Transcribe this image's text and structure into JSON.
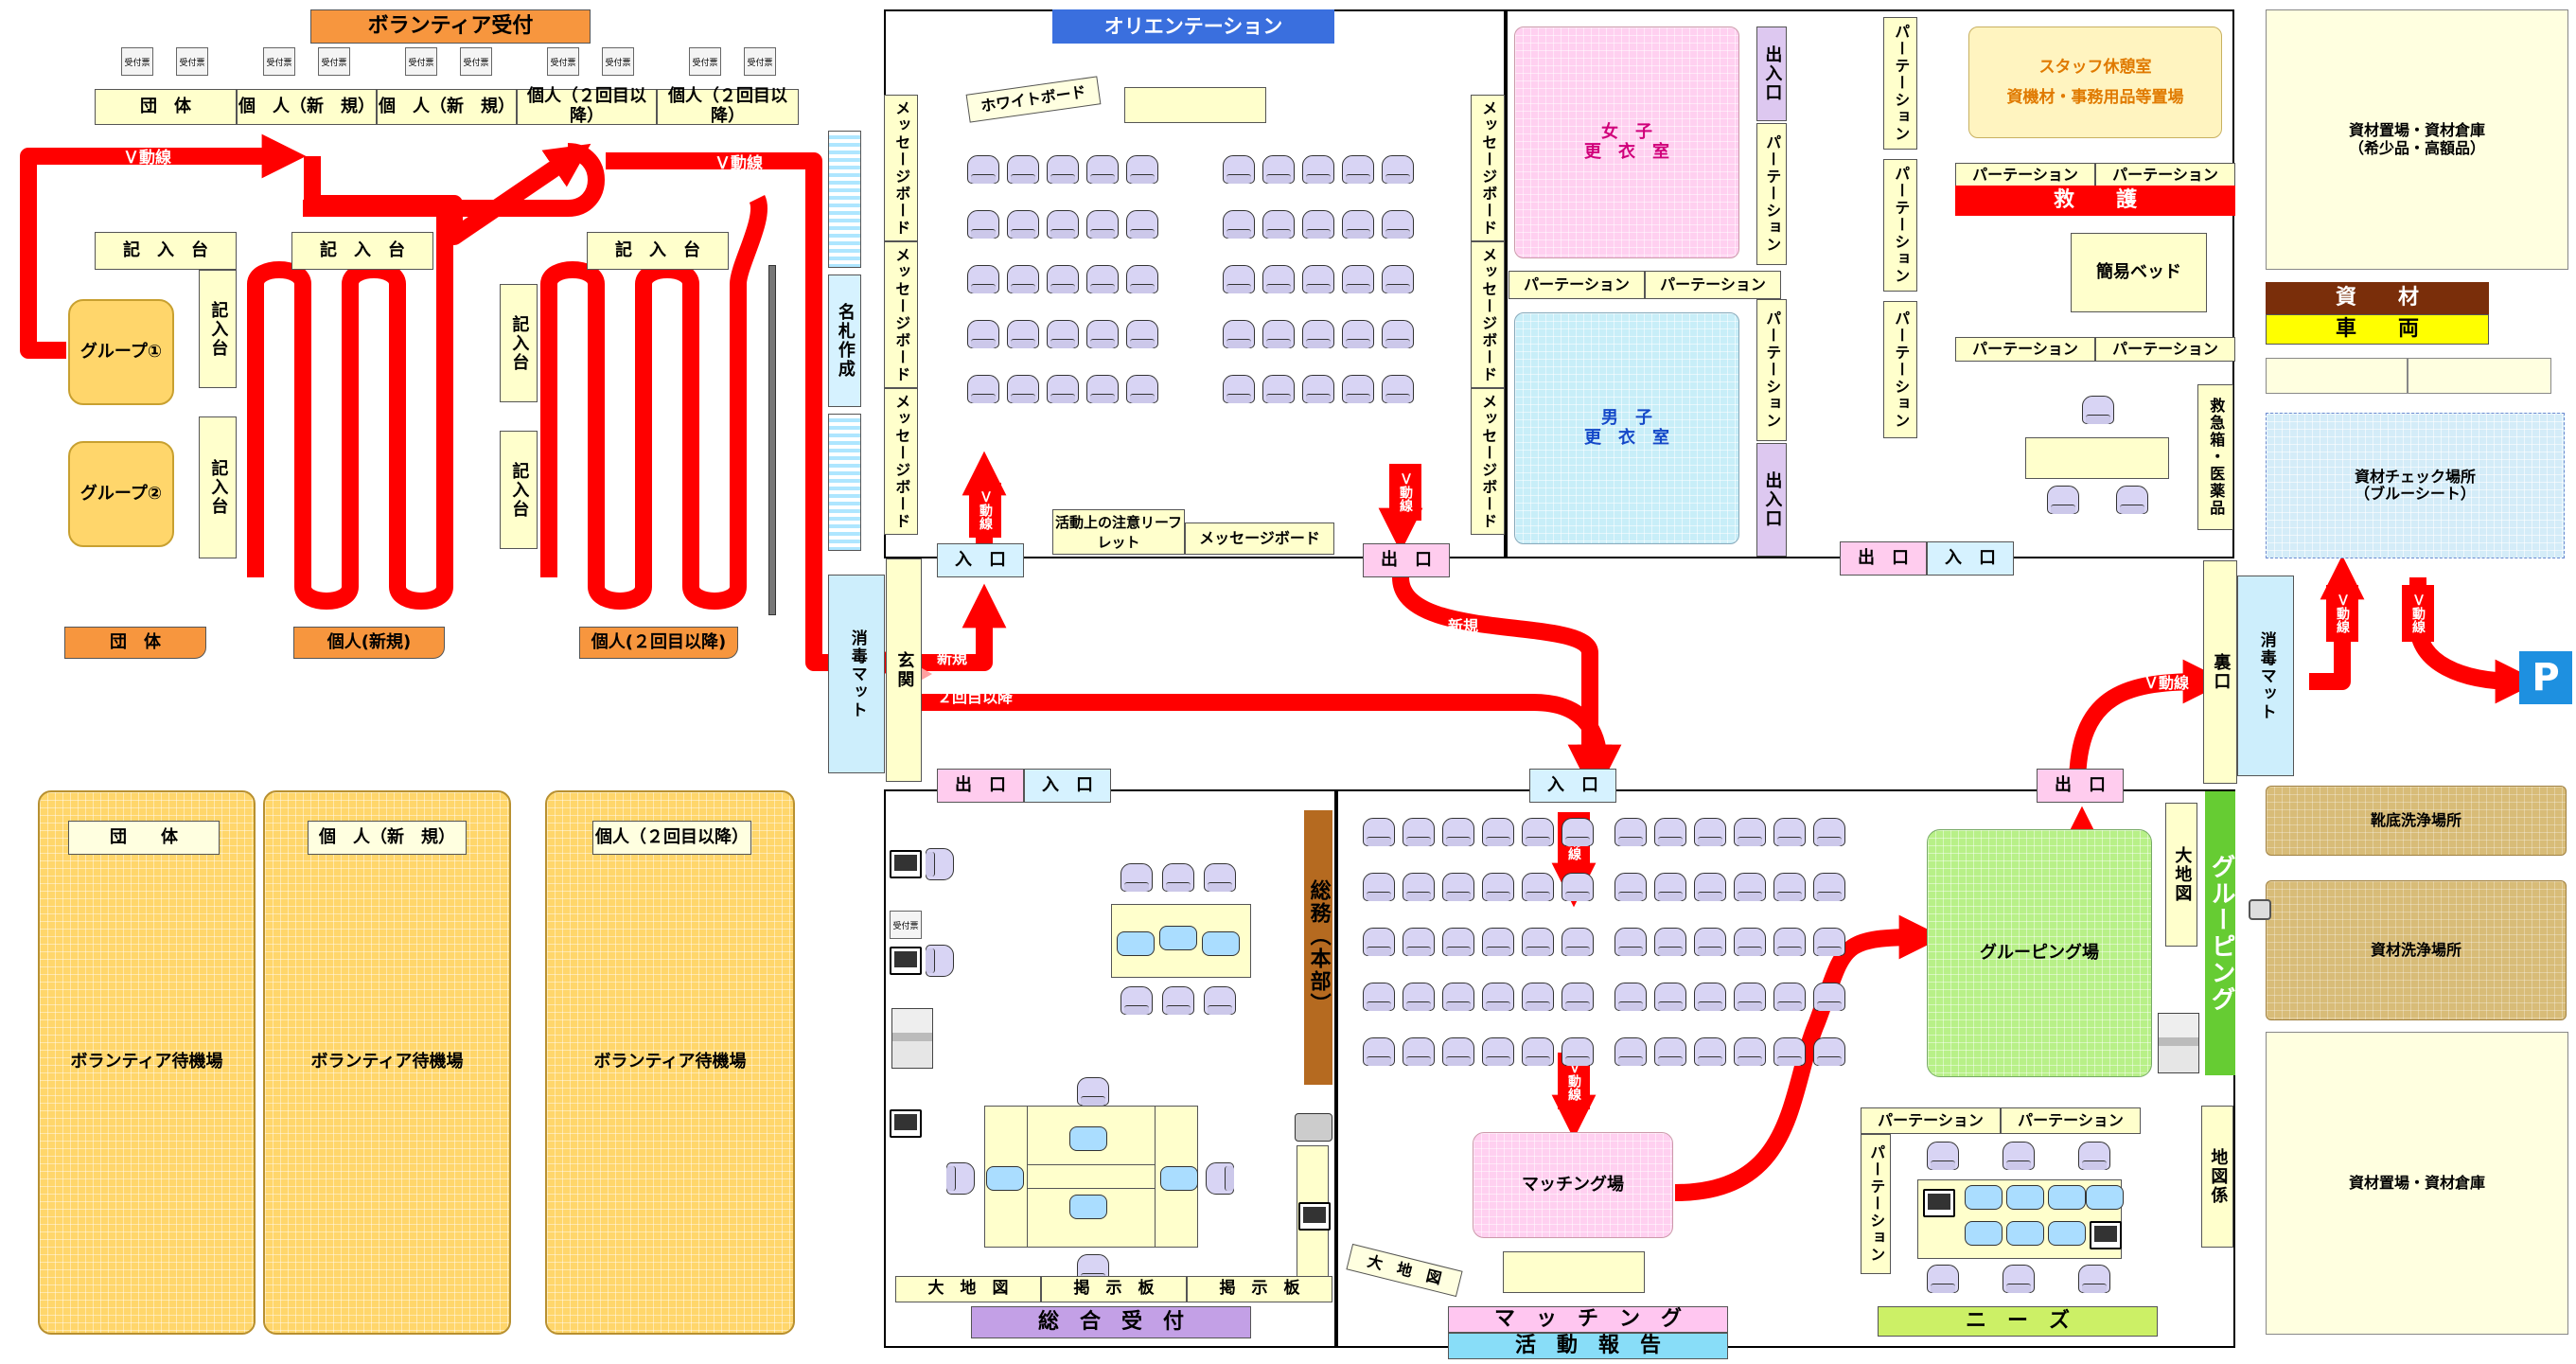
{
  "reception": {
    "title": "ボランティア受付",
    "sheet_label": "受付票",
    "categories": [
      "団　体",
      "個　人（新　規）",
      "個　人（新　規）",
      "個人（２回目以降）",
      "個人（２回目以降）"
    ],
    "writing_desk": "記　入　台",
    "writing_desk_v": "記入台",
    "groups": [
      "グループ①",
      "グループ②"
    ],
    "flags": [
      "団　体",
      "個人(新規)",
      "個人(２回目以降)"
    ],
    "flow_label": "Ｖ動線",
    "name_tag": "名札作成",
    "disinfect_mat": "消毒マット",
    "entrance": "玄関",
    "route_new": "新規",
    "route_second": "２回目以降",
    "waiting_headers": [
      "団　　体",
      "個　人（新　規）",
      "個人（２回目以降）"
    ],
    "waiting_area": "ボランティア待機場"
  },
  "orientation": {
    "title": "オリエンテーション",
    "whiteboard": "ホワイトボード",
    "message_board": "メッセージボード",
    "leaflet": "活動上の注意リーフレット",
    "exit": "出　口",
    "entrance": "入　口",
    "partition": "パーテーション"
  },
  "changing": {
    "female": "女　子\n更　衣　室",
    "male": "男　子\n更　衣　室",
    "exit_entrance": "出入口"
  },
  "rescue": {
    "staff_room": "スタッフ休憩室\n資機材・事務用品等置場",
    "label": "救　　護",
    "bed": "簡易ベッド",
    "first_aid": "救急箱・医薬品"
  },
  "right_side": {
    "storage_top": "資材置場・資材倉庫\n（希少品・高額品）",
    "materials": "資　　材",
    "vehicles": "車　　両",
    "check_area": "資材チェック場所\n（ブルーシート）",
    "parking": "P",
    "back_door": "裏口",
    "shoe_wash": "靴底洗浄場所",
    "material_wash": "資材洗浄場所",
    "storage_bottom": "資材置場・資材倉庫"
  },
  "general": {
    "headquarters": "総務（本部）",
    "big_map": "大　地　図",
    "bulletin": "掲　示　板",
    "title": "総　合　受　付"
  },
  "matching": {
    "matching_area": "マッチング場",
    "grouping_area": "グルーピング場",
    "big_map": "大地図",
    "big_map_floor": "大　地　図",
    "map_staff": "地図係",
    "grouping": "グルーピング",
    "title_matching": "マ　ッ　チ　ン　グ",
    "title_report": "活　動　報　告",
    "title_needs": "ニ　ー　ズ"
  },
  "colors": {
    "route": "#ff0000",
    "orange": "#f7963e",
    "blue": "#3a6fde"
  }
}
